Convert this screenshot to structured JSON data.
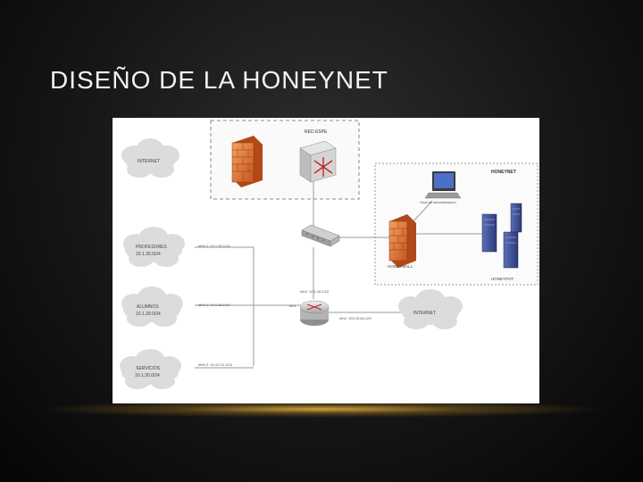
{
  "slide": {
    "title": "DISEÑO DE LA HONEYNET"
  },
  "diagram": {
    "zones": {
      "red_espe": "RED ESPE",
      "honeynet": "HONEYNET"
    },
    "clouds": {
      "internet_top": "INTERNET",
      "profesores": [
        "PROFESORES",
        "10.1.30.0/24"
      ],
      "alumnos": [
        "ALUMNOS",
        "10.1.29.0/24"
      ],
      "servicios": [
        "SERVICIOS",
        "10.1.30.0/24"
      ],
      "internet_right": "INTERNET"
    },
    "interfaces": {
      "eth0_2": "eth0.2: 10.1.30.1/24",
      "eth0_1": "eth0.1: 10.1.28.1/24",
      "eth0_3": "eth0.3: 10.10.10.1/24",
      "eth0": "eth0: 10.1.28.1/22",
      "eth1": "eth1",
      "eth2": "eth2: 190.15.84.129"
    },
    "devices": {
      "management_host": "Host de administración",
      "honeywall": "HONEYWALL",
      "honeypot": "HONEYPOT"
    }
  }
}
